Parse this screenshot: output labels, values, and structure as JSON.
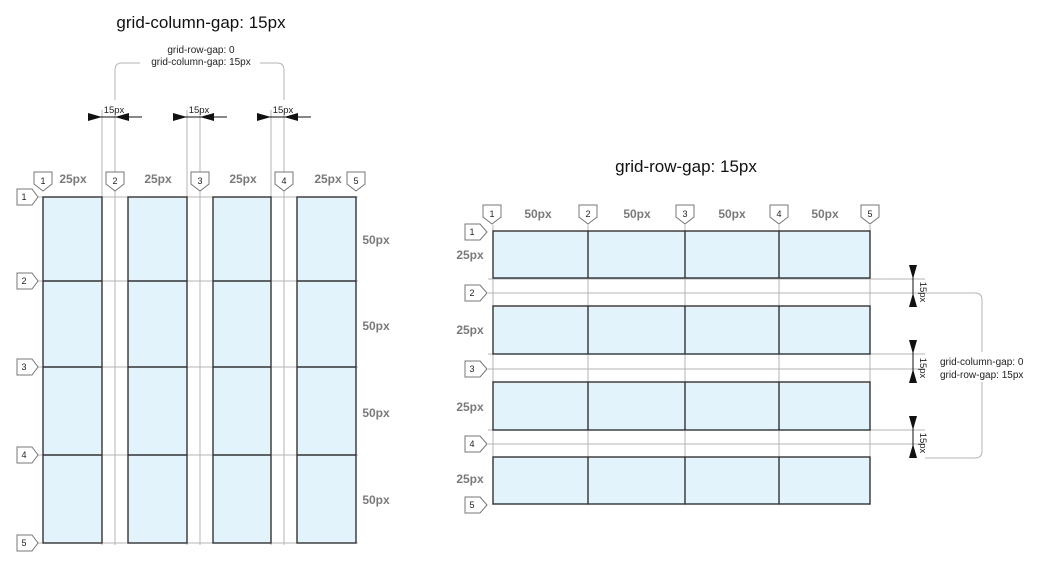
{
  "left_diagram": {
    "title": "grid-column-gap: 15px",
    "note_lines": [
      "grid-row-gap: 0",
      "grid-column-gap: 15px"
    ],
    "column_track_label": "25px",
    "row_track_label": "50px",
    "gap_label": "15px",
    "column_line_numbers": [
      "1",
      "2",
      "3",
      "4",
      "5"
    ],
    "row_line_numbers": [
      "1",
      "2",
      "3",
      "4",
      "5"
    ]
  },
  "right_diagram": {
    "title": "grid-row-gap: 15px",
    "note_lines": [
      "grid-column-gap: 0",
      "grid-row-gap: 15px"
    ],
    "column_track_label": "50px",
    "row_track_label": "25px",
    "gap_label": "15px",
    "column_line_numbers": [
      "1",
      "2",
      "3",
      "4",
      "5"
    ],
    "row_line_numbers": [
      "1",
      "2",
      "3",
      "4",
      "5"
    ]
  },
  "colors": {
    "cell_fill": "#e3f3fb",
    "cell_border": "#333333",
    "guide_line": "#b4b4b4",
    "label_gray": "#7a7a7a"
  }
}
